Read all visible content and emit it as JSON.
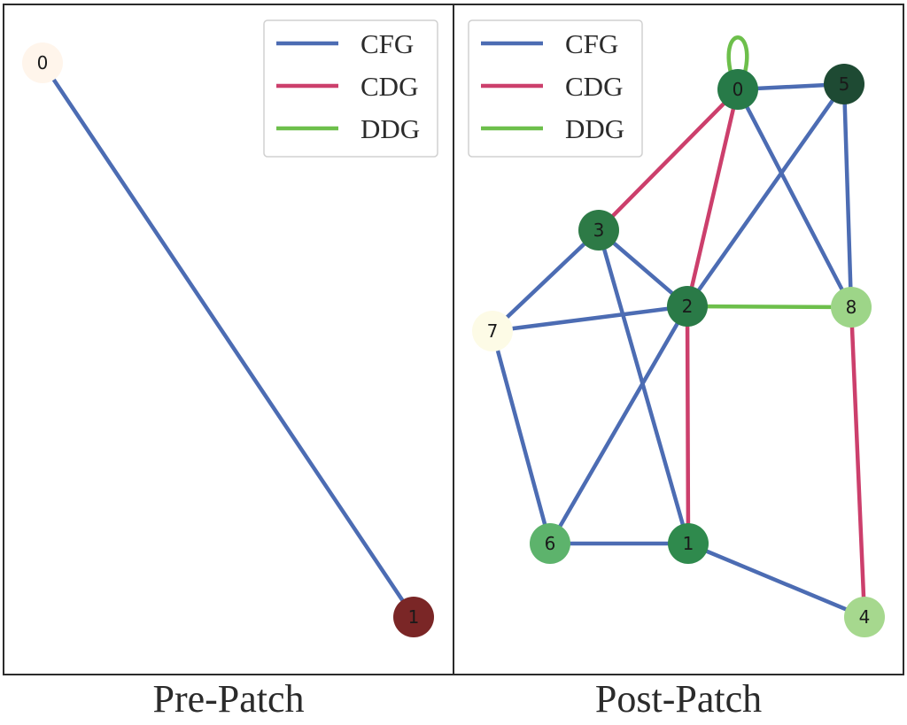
{
  "legend": [
    {
      "label": "CFG",
      "color": "#4C6CB3"
    },
    {
      "label": "CDG",
      "color": "#CC3F6C"
    },
    {
      "label": "DDG",
      "color": "#6DBF4B"
    }
  ],
  "panels": [
    {
      "id": "pre",
      "caption": "Pre-Patch",
      "nodes": [
        {
          "id": "0",
          "label": "0",
          "color": "#FFF5EB"
        },
        {
          "id": "1",
          "label": "1",
          "color": "#7A2626"
        }
      ],
      "edges": [
        {
          "from": "0",
          "to": "1",
          "type": "CFG"
        }
      ]
    },
    {
      "id": "post",
      "caption": "Post-Patch",
      "nodes": [
        {
          "id": "0",
          "label": "0",
          "color": "#277A48"
        },
        {
          "id": "1",
          "label": "1",
          "color": "#2F8A4D"
        },
        {
          "id": "2",
          "label": "2",
          "color": "#2A7A47"
        },
        {
          "id": "3",
          "label": "3",
          "color": "#2D7A46"
        },
        {
          "id": "4",
          "label": "4",
          "color": "#A6D88E"
        },
        {
          "id": "5",
          "label": "5",
          "color": "#1E4A33"
        },
        {
          "id": "6",
          "label": "6",
          "color": "#5DB36C"
        },
        {
          "id": "7",
          "label": "7",
          "color": "#FDFBE6"
        },
        {
          "id": "8",
          "label": "8",
          "color": "#9DD588"
        }
      ],
      "edges": [
        {
          "from": "0",
          "to": "0",
          "type": "DDG"
        },
        {
          "from": "0",
          "to": "5",
          "type": "CFG"
        },
        {
          "from": "0",
          "to": "8",
          "type": "CFG"
        },
        {
          "from": "0",
          "to": "3",
          "type": "CDG"
        },
        {
          "from": "0",
          "to": "2",
          "type": "CDG"
        },
        {
          "from": "5",
          "to": "2",
          "type": "CFG"
        },
        {
          "from": "5",
          "to": "8",
          "type": "CFG"
        },
        {
          "from": "3",
          "to": "7",
          "type": "CFG"
        },
        {
          "from": "3",
          "to": "2",
          "type": "CFG"
        },
        {
          "from": "3",
          "to": "1",
          "type": "CFG"
        },
        {
          "from": "7",
          "to": "2",
          "type": "CFG"
        },
        {
          "from": "7",
          "to": "6",
          "type": "CFG"
        },
        {
          "from": "2",
          "to": "8",
          "type": "DDG"
        },
        {
          "from": "2",
          "to": "1",
          "type": "CDG"
        },
        {
          "from": "2",
          "to": "6",
          "type": "CFG"
        },
        {
          "from": "6",
          "to": "1",
          "type": "CFG"
        },
        {
          "from": "1",
          "to": "4",
          "type": "CFG"
        },
        {
          "from": "8",
          "to": "4",
          "type": "CDG"
        }
      ]
    }
  ]
}
